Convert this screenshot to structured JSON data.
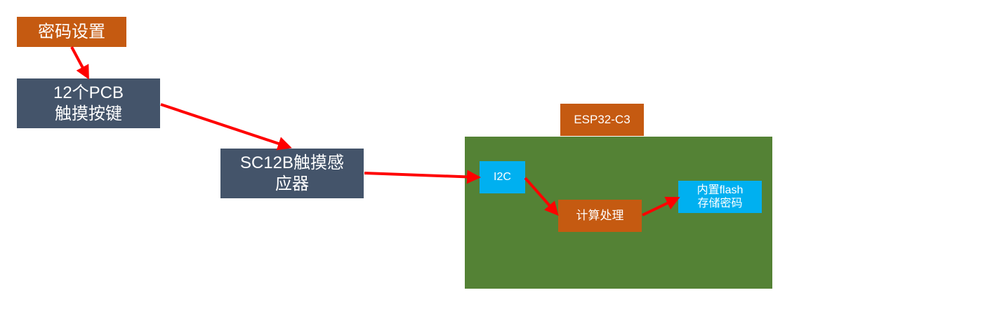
{
  "nodes": {
    "password_setting": {
      "label": "密码设置"
    },
    "touch_keys": {
      "line1": "12个PCB",
      "line2": "触摸按键"
    },
    "sensor": {
      "line1": "SC12B触摸感",
      "line2": "应器"
    },
    "mcu_title": {
      "label": "ESP32-C3"
    },
    "i2c": {
      "label": "I2C"
    },
    "compute": {
      "label": "计算处理"
    },
    "flash": {
      "line1": "内置flash",
      "line2": "存储密码"
    }
  },
  "colors": {
    "orange": "#c55a11",
    "slate": "#44546a",
    "green": "#548235",
    "cyan": "#00b0f0",
    "arrow": "#ff0000"
  },
  "edges": [
    {
      "from": "password_setting",
      "to": "touch_keys"
    },
    {
      "from": "touch_keys",
      "to": "sensor"
    },
    {
      "from": "sensor",
      "to": "i2c"
    },
    {
      "from": "i2c",
      "to": "compute"
    },
    {
      "from": "compute",
      "to": "flash"
    }
  ]
}
